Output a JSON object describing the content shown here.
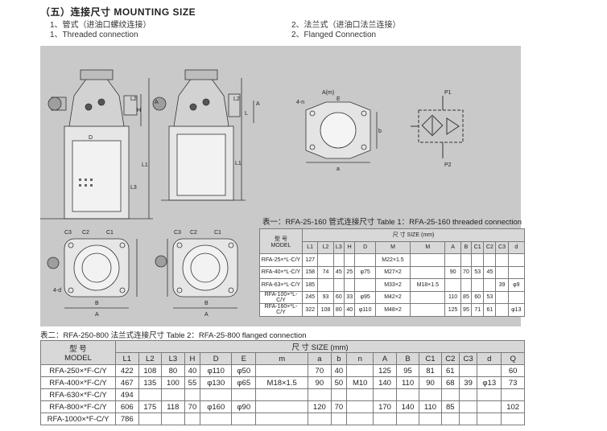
{
  "title": "（五）连接尺寸  MOUNTING SIZE",
  "sub1_cn": "1、管式（进油口螺纹连接）",
  "sub1_en": "1、Threaded connection",
  "sub2_cn": "2、法兰式（进油口法兰连接）",
  "sub2_en": "2、Flanged Connection",
  "drawing_labels": {
    "L": "L",
    "L1": "L1",
    "L2": "L2",
    "L3": "L3",
    "H": "H",
    "D": "D",
    "A": "A",
    "C1": "C1",
    "C2": "C2",
    "C3": "C3",
    "B": "B",
    "a": "a",
    "b": "b",
    "fourd": "4-d",
    "fourn": "4-n",
    "Am": "A(m)",
    "E": "E",
    "P1": "P1",
    "P2": "P2"
  },
  "table1": {
    "caption": "表一：RFA-25-160 管式连接尺寸  Table 1：RFA-25-160 threaded connection",
    "model_cn": "型  号",
    "model_en": "MODEL",
    "size_label": "尺        寸   SIZE     (mm)",
    "cols": [
      "L1",
      "L2",
      "L3",
      "H",
      "D",
      "M",
      "M",
      "A",
      "B",
      "C1",
      "C2",
      "C3",
      "d"
    ],
    "rows": [
      {
        "model": "RFA-25×*L-C/Y",
        "L1": "127",
        "L2": "",
        "L3": "",
        "H": "",
        "D": "",
        "M1": "M22×1.5",
        "M2": "",
        "A": "",
        "B": "",
        "C1": "",
        "C2": "",
        "C3": "",
        "d": ""
      },
      {
        "model": "RFA-40×*L-C/Y",
        "L1": "158",
        "L2": "74",
        "L3": "45",
        "H": "25",
        "D": "φ75",
        "M1": "M27×2",
        "M2": "",
        "A": "90",
        "B": "70",
        "C1": "53",
        "C2": "45",
        "C3": "",
        "d": ""
      },
      {
        "model": "RFA-63×*L-C/Y",
        "L1": "185",
        "L2": "",
        "L3": "",
        "H": "",
        "D": "",
        "M1": "M33×2",
        "M2": "M18×1.5",
        "A": "",
        "B": "",
        "C1": "",
        "C2": "",
        "C3": "39",
        "d": "φ9"
      },
      {
        "model": "RFA-100×*L-C/Y",
        "L1": "245",
        "L2": "93",
        "L3": "60",
        "H": "33",
        "D": "φ95",
        "M1": "M42×2",
        "M2": "",
        "A": "110",
        "B": "85",
        "C1": "60",
        "C2": "53",
        "C3": "",
        "d": ""
      },
      {
        "model": "RFA-160×*L-C/Y",
        "L1": "322",
        "L2": "108",
        "L3": "80",
        "H": "40",
        "D": "φ110",
        "M1": "M48×2",
        "M2": "",
        "A": "125",
        "B": "95",
        "C1": "71",
        "C2": "61",
        "C3": "",
        "d": "φ13"
      }
    ]
  },
  "table2": {
    "caption": "表二：RFA-250-800 法兰式连接尺寸  Table 2：RFA-25-800 flanged  connection",
    "model_cn": "型  号",
    "model_en": "MODEL",
    "size_label": "尺        寸   SIZE     (mm)",
    "cols": [
      "L1",
      "L2",
      "L3",
      "H",
      "D",
      "E",
      "m",
      "a",
      "b",
      "n",
      "A",
      "B",
      "C1",
      "C2",
      "C3",
      "d",
      "Q"
    ],
    "rows": [
      {
        "model": "RFA-250×*F-C/Y",
        "L1": "422",
        "L2": "108",
        "L3": "80",
        "H": "40",
        "D": "φ110",
        "E": "φ50",
        "m": "",
        "a": "70",
        "b": "40",
        "n": "",
        "A": "125",
        "B": "95",
        "C1": "81",
        "C2": "61",
        "C3": "",
        "d": "",
        "Q": "60"
      },
      {
        "model": "RFA-400×*F-C/Y",
        "L1": "467",
        "L2": "135",
        "L3": "100",
        "H": "55",
        "D": "φ130",
        "E": "φ65",
        "m": "M18×1.5",
        "a": "90",
        "b": "50",
        "n": "M10",
        "A": "140",
        "B": "110",
        "C1": "90",
        "C2": "68",
        "C3": "39",
        "d": "φ13",
        "Q": "73"
      },
      {
        "model": "RFA-630×*F-C/Y",
        "L1": "494",
        "L2": "",
        "L3": "",
        "H": "",
        "D": "",
        "E": "",
        "m": "",
        "a": "",
        "b": "",
        "n": "",
        "A": "",
        "B": "",
        "C1": "",
        "C2": "",
        "C3": "",
        "d": "",
        "Q": ""
      },
      {
        "model": "RFA-800×*F-C/Y",
        "L1": "606",
        "L2": "175",
        "L3": "118",
        "H": "70",
        "D": "φ160",
        "E": "φ90",
        "m": "",
        "a": "120",
        "b": "70",
        "n": "",
        "A": "170",
        "B": "140",
        "C1": "110",
        "C2": "85",
        "C3": "",
        "d": "",
        "Q": "102"
      },
      {
        "model": "RFA-1000×*F-C/Y",
        "L1": "786",
        "L2": "",
        "L3": "",
        "H": "",
        "D": "",
        "E": "",
        "m": "",
        "a": "",
        "b": "",
        "n": "",
        "A": "",
        "B": "",
        "C1": "",
        "C2": "",
        "C3": "",
        "d": "",
        "Q": ""
      }
    ]
  }
}
